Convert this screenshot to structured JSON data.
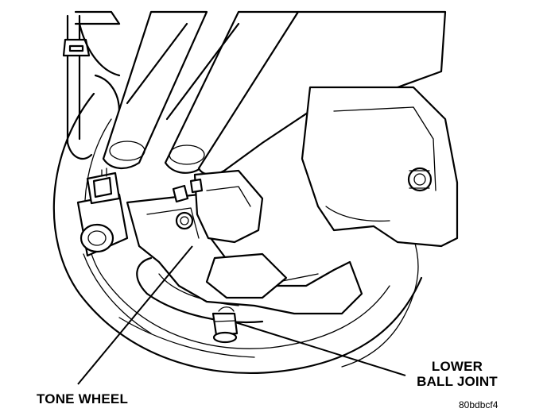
{
  "labels": {
    "tone_wheel": "TONE WHEEL",
    "lower_ball_joint_line1": "LOWER",
    "lower_ball_joint_line2": "BALL JOINT"
  },
  "figure_id": "80bdbcf4"
}
